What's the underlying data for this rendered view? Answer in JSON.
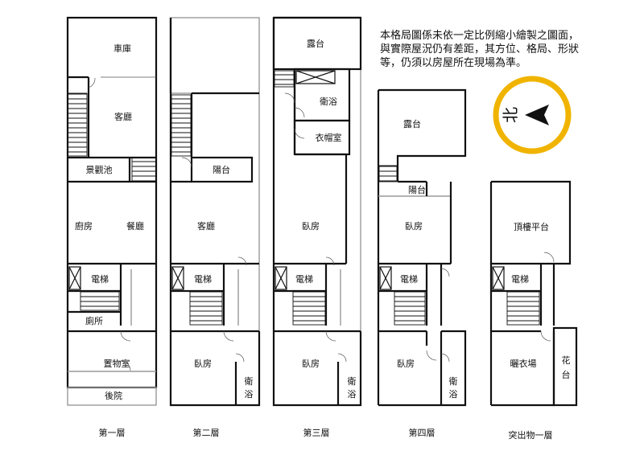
{
  "disclaimer": [
    "本格局圖係未依一定比例縮小繪製之圖面，",
    "與實際屋況仍有差距，其方位、格局、形狀",
    "等，仍須以房屋所在現場為準。"
  ],
  "compass": {
    "label": "北",
    "ring_color": "#f0b400"
  },
  "floors": [
    {
      "caption": "第一層",
      "rooms": {
        "garage": "車庫",
        "living": "客廳",
        "pond": "景觀池",
        "kitchen": "廚房",
        "dining": "餐廳",
        "elevator": "電梯",
        "toilet": "廁所",
        "storage": "置物室",
        "backyard": "後院"
      }
    },
    {
      "caption": "第二層",
      "rooms": {
        "balcony": "陽台",
        "living": "客廳",
        "elevator": "電梯",
        "bedroom": "臥房",
        "bath_a": "衛",
        "bath_b": "浴"
      }
    },
    {
      "caption": "第三層",
      "rooms": {
        "terrace": "露台",
        "bath": "衛浴",
        "closet": "衣帽室",
        "bedroom1": "臥房",
        "elevator": "電梯",
        "bedroom2": "臥房",
        "bath_a": "衛",
        "bath_b": "浴"
      }
    },
    {
      "caption": "第四層",
      "rooms": {
        "terrace": "露台",
        "balcony": "陽台",
        "bedroom1": "臥房",
        "elevator": "電梯",
        "bedroom2": "臥房",
        "bath_a": "衛",
        "bath_b": "浴"
      }
    },
    {
      "caption": "突出物一層",
      "rooms": {
        "roof": "頂樓平台",
        "elevator": "電梯",
        "laundry": "曬衣場",
        "garden_a": "花",
        "garden_b": "台"
      }
    }
  ]
}
